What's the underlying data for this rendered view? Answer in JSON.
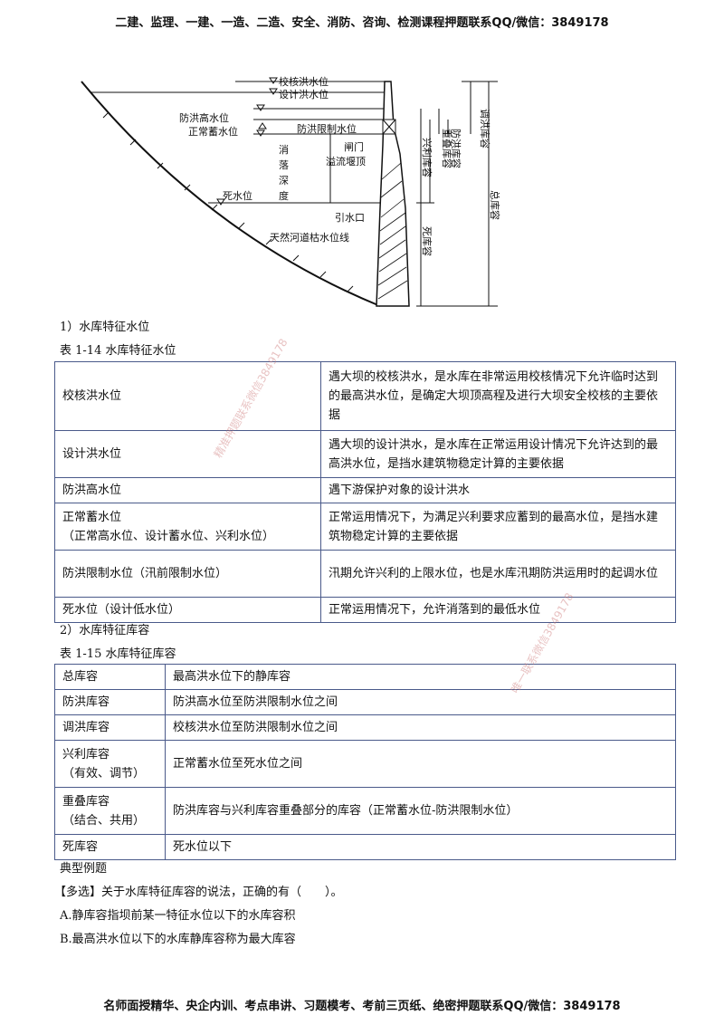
{
  "header": "二建、监理、一建、一造、二造、安全、消防、咨询、检测课程押题联系QQ/微信：3849178",
  "footer": "名师面授精华、央企内训、考点串讲、习题模考、考前三页纸、绝密押题联系QQ/微信：3849178",
  "diagram": {
    "labels": {
      "jiaohe": "校核洪水位",
      "sheji": "设计洪水位",
      "fanghong_gao": "防洪高水位",
      "zhengchang": "正常蓄水位",
      "fanghong_xianzhi": "防洪限制水位",
      "xiaoluo": [
        "消",
        "落",
        "深",
        "度"
      ],
      "zhamen": "闸门",
      "yiliu": "溢流堰顶",
      "sishui": "死水位",
      "yinshui": "引水口",
      "tianran": "天然河道枯水位线",
      "tiaohong": "调洪库容",
      "xingli": "兴利库容",
      "chongdie": "重叠库容",
      "fanghong_kurong": "防洪库容",
      "zong": "总库容",
      "si_kurong": "死库容"
    }
  },
  "section1": {
    "title": "1）水库特征水位",
    "caption": "表 1-14 水库特征水位",
    "rows": [
      {
        "name": "校核洪水位",
        "sub": "",
        "desc": "遇大坝的校核洪水，是水库在非常运用校核情况下允许临时达到的最高洪水位，是确定大坝顶高程及进行大坝安全校核的主要依据"
      },
      {
        "name": "设计洪水位",
        "sub": "",
        "desc": "遇大坝的设计洪水，是水库在正常运用设计情况下允许达到的最高洪水位，是挡水建筑物稳定计算的主要依据"
      },
      {
        "name": "防洪高水位",
        "sub": "",
        "desc": "遇下游保护对象的设计洪水"
      },
      {
        "name": "正常蓄水位",
        "sub": "（正常高水位、设计蓄水位、兴利水位）",
        "desc": "正常运用情况下，为满足兴利要求应蓄到的最高水位，是挡水建筑物稳定计算的主要依据"
      },
      {
        "name": "防洪限制水位（汛前限制水位）",
        "sub": "",
        "desc": "汛期允许兴利的上限水位，也是水库汛期防洪运用时的起调水位"
      },
      {
        "name": "死水位（设计低水位）",
        "sub": "",
        "desc": "正常运用情况下，允许消落到的最低水位"
      }
    ]
  },
  "section2": {
    "title": "2）水库特征库容",
    "caption": "表 1-15 水库特征库容",
    "rows": [
      {
        "name": "总库容",
        "sub": "",
        "desc": "最高洪水位下的静库容"
      },
      {
        "name": "防洪库容",
        "sub": "",
        "desc": "防洪高水位至防洪限制水位之间"
      },
      {
        "name": "调洪库容",
        "sub": "",
        "desc": "校核洪水位至防洪限制水位之间"
      },
      {
        "name": "兴利库容",
        "sub": "（有效、调节）",
        "desc": "正常蓄水位至死水位之间"
      },
      {
        "name": "重叠库容",
        "sub": "（结合、共用）",
        "desc": "防洪库容与兴利库容重叠部分的库容（正常蓄水位-防洪限制水位）"
      },
      {
        "name": "死库容",
        "sub": "",
        "desc": "死水位以下"
      }
    ]
  },
  "example": {
    "title": "典型例题",
    "question": "【多选】关于水库特征库容的说法，正确的有（　　）。",
    "optionA": "A.静库容指坝前某一特征水位以下的水库容积",
    "optionB": "B.最高洪水位以下的水库静库容称为最大库容"
  },
  "watermarks": [
    "精准押题联系微信3849178",
    "唯一联系微信3849178"
  ]
}
